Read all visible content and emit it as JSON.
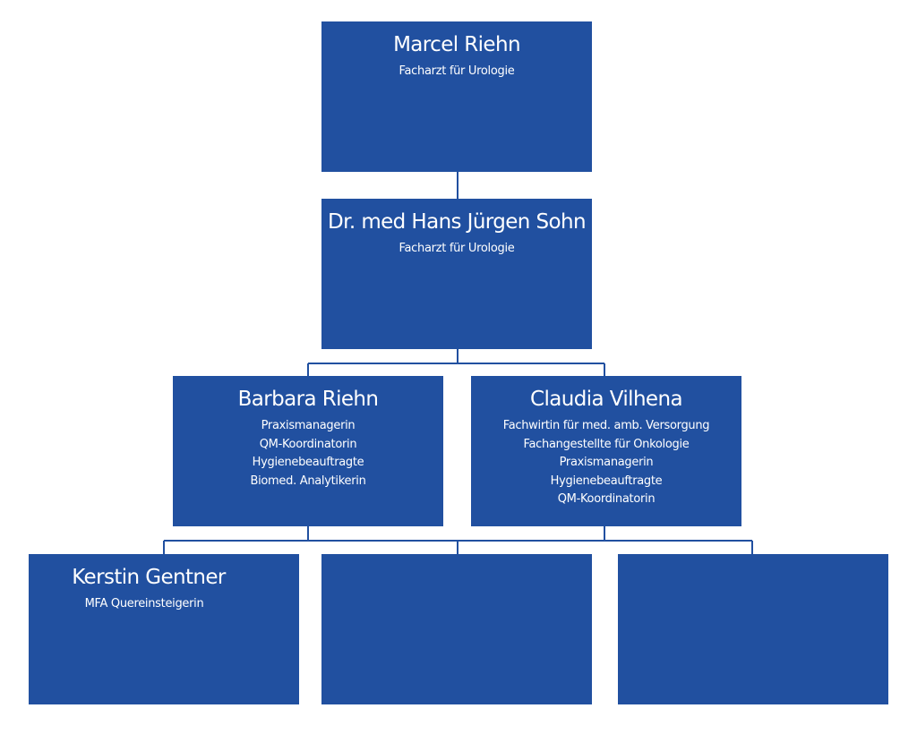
{
  "colors": {
    "box_fill": "#2150a0",
    "connector": "#2150a0",
    "text": "#ffffff",
    "background": "#ffffff"
  },
  "org_chart": {
    "nodes": [
      {
        "name": "Marcel Riehn",
        "roles": [
          "Facharzt für Urologie"
        ]
      },
      {
        "name": "Dr. med Hans Jürgen Sohn",
        "roles": [
          "Facharzt für Urologie"
        ]
      },
      {
        "name": "Barbara Riehn",
        "roles": [
          "Praxismanagerin",
          "QM-Koordinatorin",
          "Hygienebeauftragte",
          "Biomed. Analytikerin"
        ]
      },
      {
        "name": "Claudia Vilhena",
        "roles": [
          "Fachwirtin für med. amb. Versorgung",
          "Fachangestellte für Onkologie",
          "Praxismanagerin",
          "Hygienebeauftragte",
          "QM-Koordinatorin"
        ]
      },
      {
        "name": "Kerstin Gentner",
        "roles": [
          "MFA Quereinsteigerin"
        ]
      },
      {
        "name": "",
        "roles": []
      },
      {
        "name": "",
        "roles": []
      }
    ]
  }
}
